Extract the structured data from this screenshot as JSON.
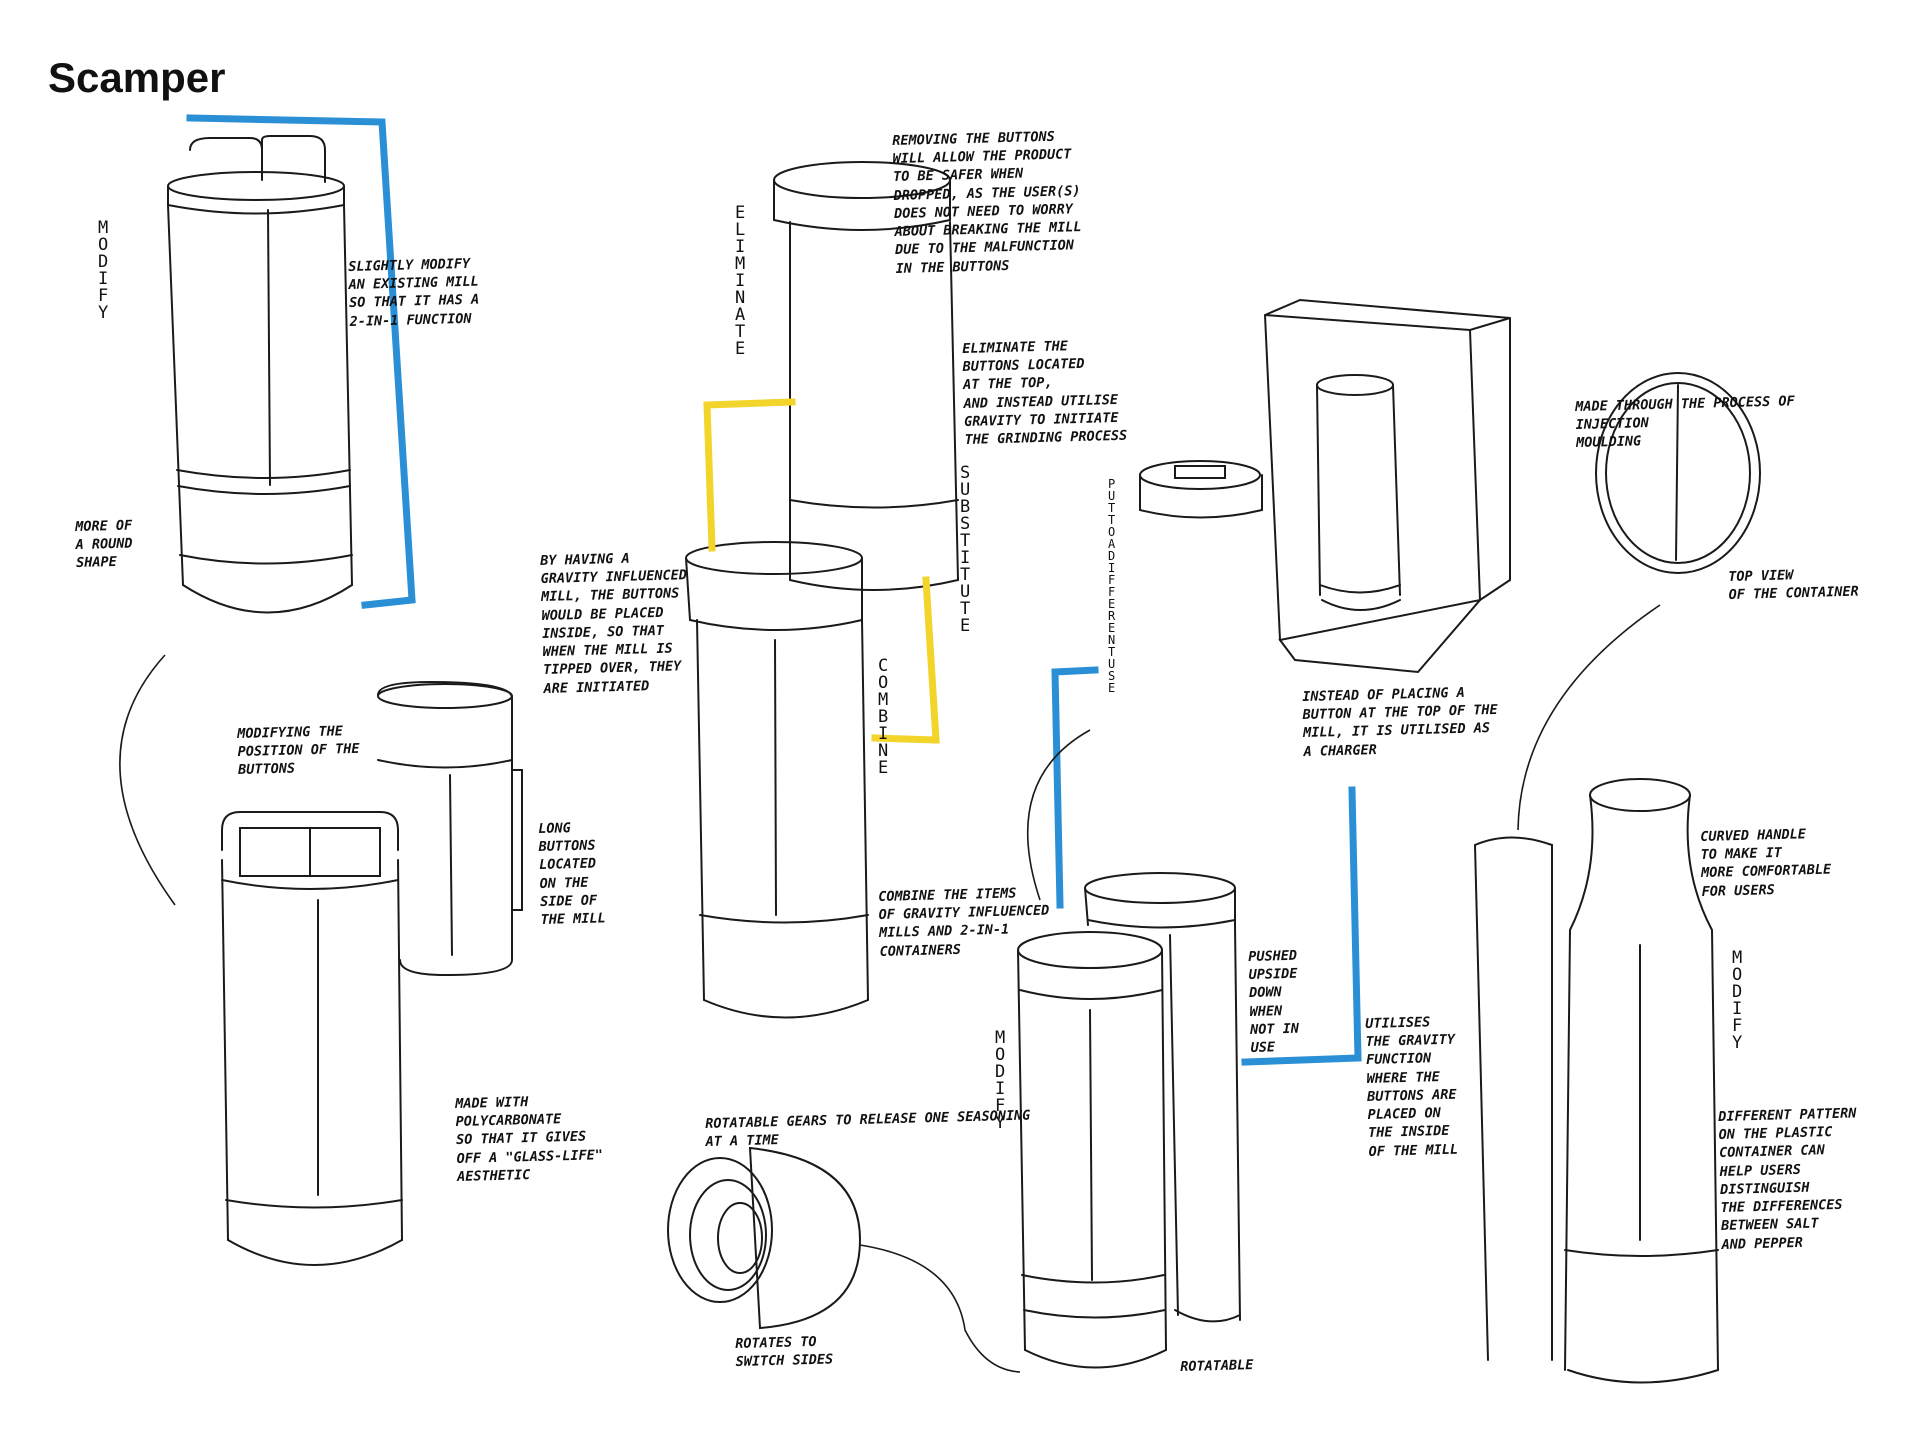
{
  "title": "Scamper",
  "colors": {
    "ink": "#1a1a1a",
    "blue": "#2b8fd6",
    "yellow": "#f2d42a"
  },
  "stages": {
    "modify": "MODIFY",
    "eliminate": "ELIMINATE",
    "substitute": "SUBSTITUTE",
    "combine": "COMBINE",
    "put_to_different_use": "PUT TO A DIFFERENT USE",
    "modify_2": "MODIFY",
    "modify_3": "MODIFY"
  },
  "notes": {
    "slightly_modify": "SLIGHTLY MODIFY\nAN EXISTING MILL\nSO THAT IT HAS A\n2-IN-1 FUNCTION",
    "round_shape": "MORE OF\nA ROUND\nSHAPE",
    "modifying_position": "MODIFYING THE\nPOSITION OF THE\nBUTTONS",
    "long_buttons": "LONG\nBUTTONS\nLOCATED\nON THE\nSIDE OF\nTHE MILL",
    "polycarbonate": "MADE WITH\nPOLYCARBONATE\nSO THAT IT GIVES\nOFF A \"GLASS-LIFE\"\nAESTHETIC",
    "removing_buttons": "REMOVING THE BUTTONS\nWILL ALLOW THE PRODUCT\nTO BE SAFER WHEN\nDROPPED, AS THE USER(S)\nDOES NOT NEED TO WORRY\nABOUT BREAKING THE MILL\nDUE TO THE MALFUNCTION\nIN THE BUTTONS",
    "eliminate_buttons": "ELIMINATE THE\nBUTTONS LOCATED\nAT THE TOP,\nAND INSTEAD UTILISE\nGRAVITY TO INITIATE\nTHE GRINDING PROCESS",
    "gravity_influenced": "BY HAVING A\nGRAVITY INFLUENCED\nMILL, THE BUTTONS\nWOULD BE PLACED\nINSIDE, SO THAT\nWHEN THE MILL IS\nTIPPED OVER, THEY\nARE INITIATED",
    "combine_items": "COMBINE THE ITEMS\nOF GRAVITY INFLUENCED\nMILLS AND 2-IN-1\nCONTAINERS",
    "rotatable_gears": "ROTATABLE GEARS TO RELEASE ONE SEASONING\nAT A TIME",
    "rotates_switch": "ROTATES TO\nSWITCH SIDES",
    "rotatable": "ROTATABLE",
    "pushed_upside": "PUSHED\nUPSIDE\nDOWN\nWHEN\nNOT IN\nUSE",
    "charger": "INSTEAD OF PLACING A\nBUTTON AT THE TOP OF THE\nMILL, IT IS UTILISED AS\nA CHARGER",
    "utilises_gravity": "UTILISES\nTHE GRAVITY\nFUNCTION\nWHERE THE\nBUTTONS ARE\nPLACED ON\nTHE INSIDE\nOF THE MILL",
    "injection_moulding": "MADE THROUGH THE PROCESS OF\nINJECTION\nMOULDING",
    "top_view": "TOP VIEW\nOF THE CONTAINER",
    "curved_handle": "CURVED HANDLE\nTO MAKE IT\nMORE COMFORTABLE\nFOR USERS",
    "different_pattern": "DIFFERENT PATTERN\nON THE PLASTIC\nCONTAINER CAN\nHELP USERS\nDISTINGUISH\nTHE DIFFERENCES\nBETWEEN SALT\nAND PEPPER"
  }
}
